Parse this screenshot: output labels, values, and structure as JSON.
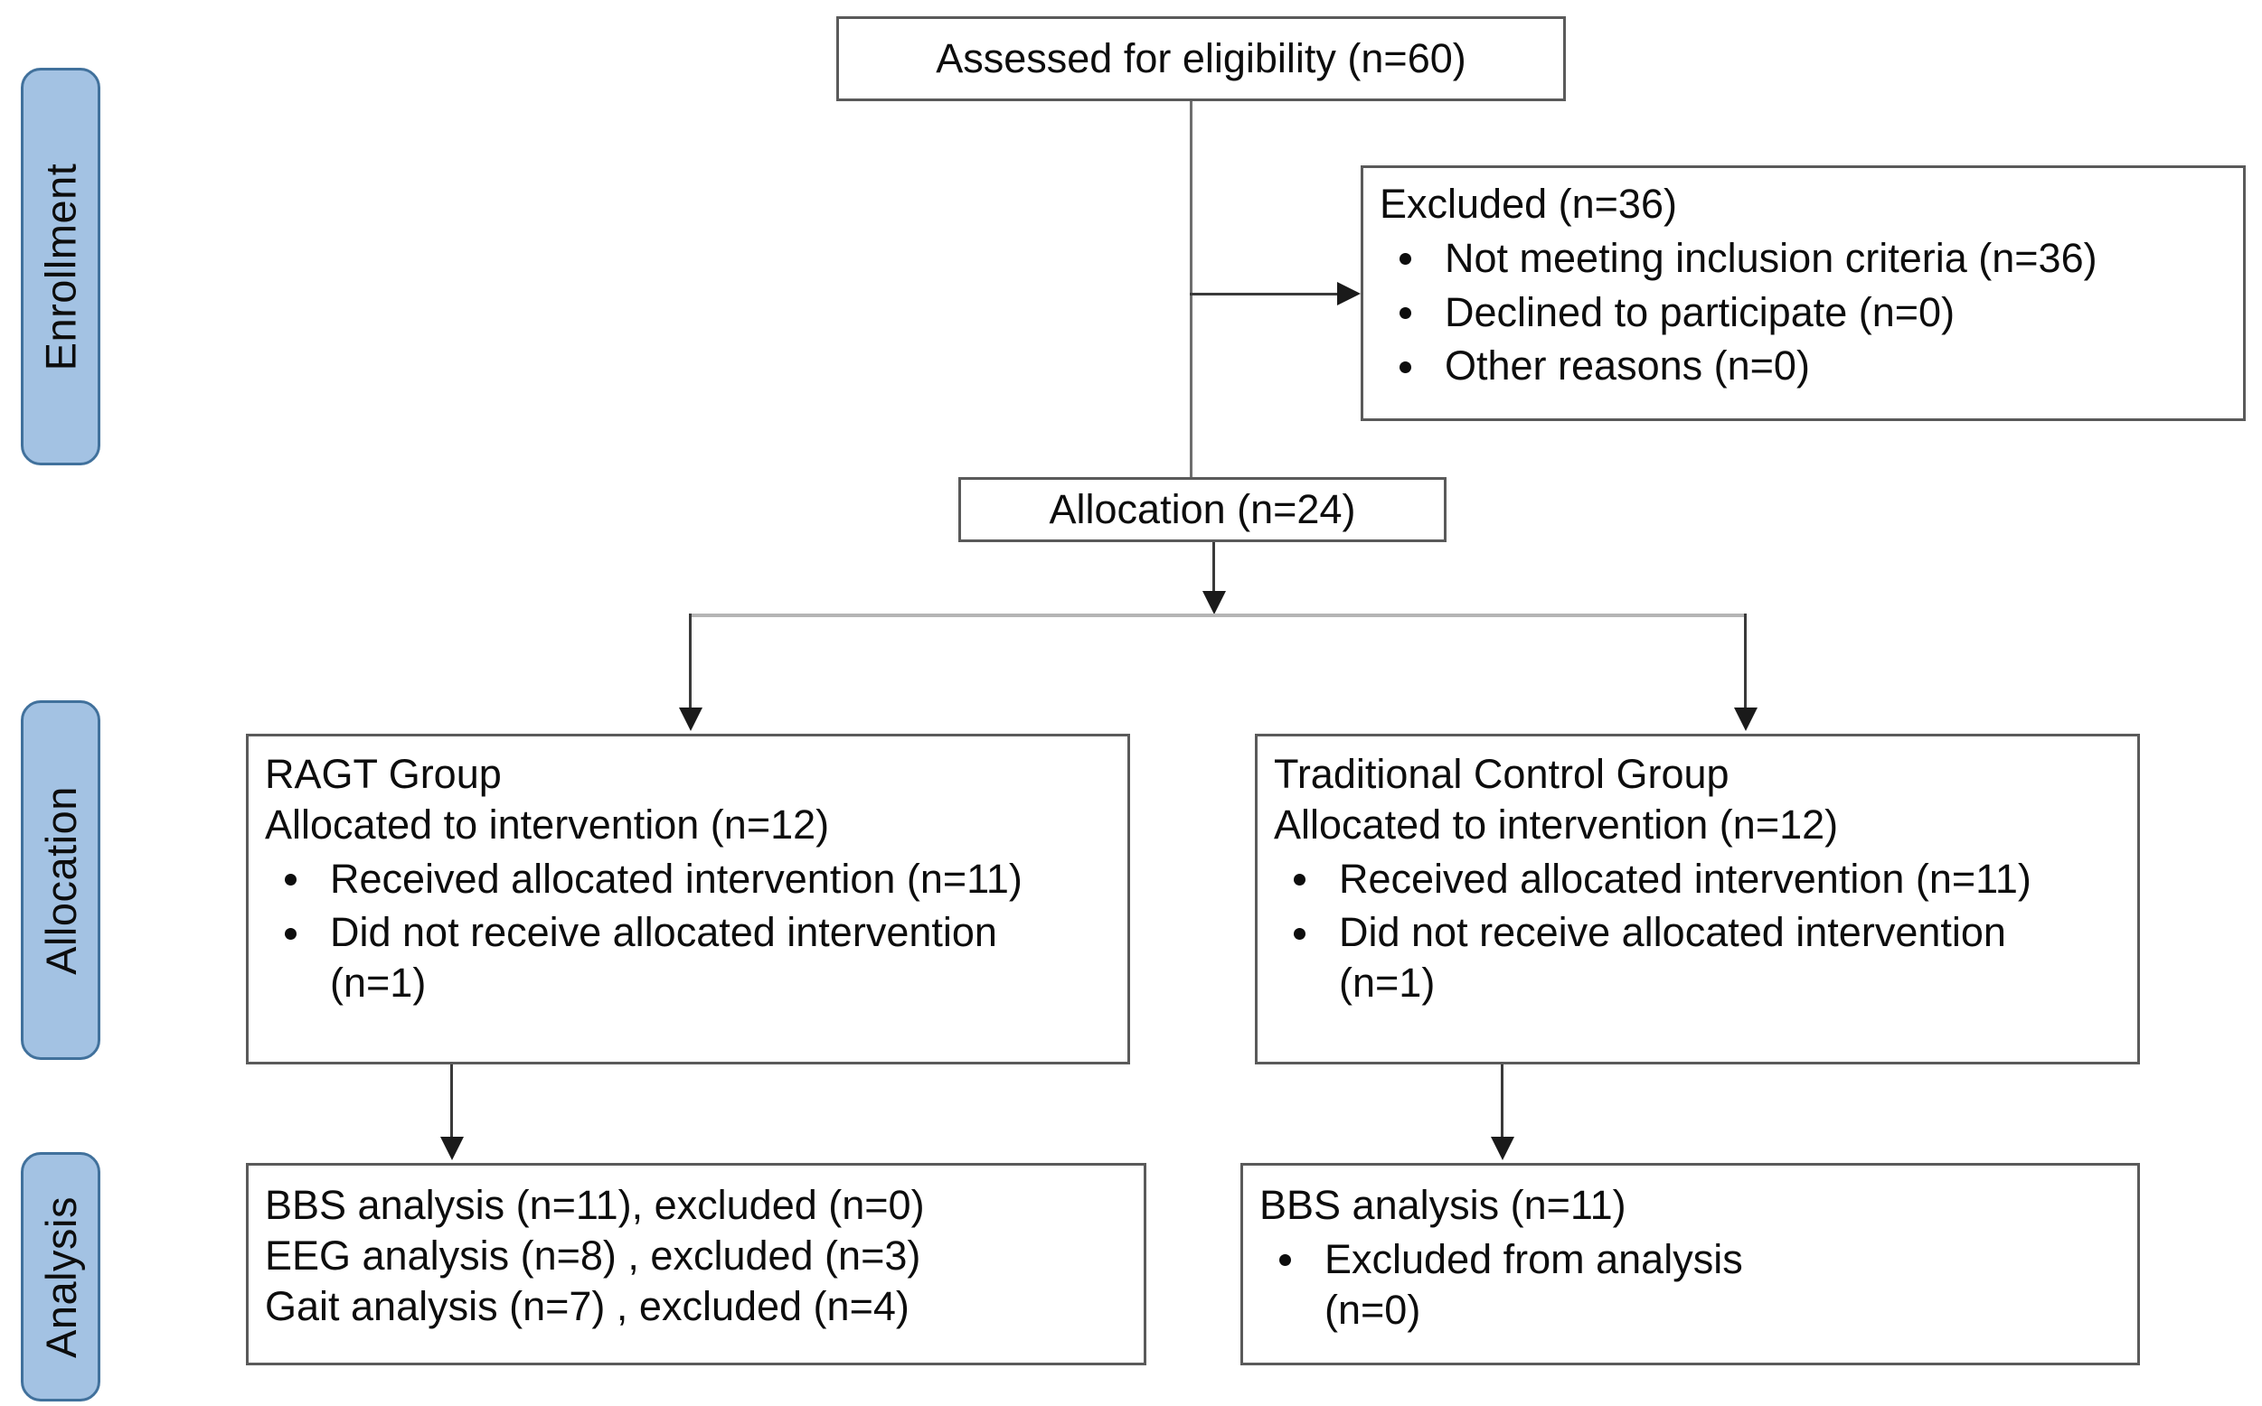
{
  "diagram": {
    "title": "CONSORT participant flow diagram",
    "colors": {
      "stage_tab_fill": "#a3c2e3",
      "stage_tab_border": "#41719c",
      "box_border": "#5a5a5a",
      "connector": "#3a3a3a",
      "text": "#0d0d0d",
      "background": "#ffffff"
    }
  },
  "stages": [
    {
      "label": "Enrollment"
    },
    {
      "label": "Allocation"
    },
    {
      "label": "Analysis"
    }
  ],
  "boxes": {
    "eligibility": {
      "text": "Assessed for eligibility (n=60)"
    },
    "excluded": {
      "heading": "Excluded (n=36)",
      "items": [
        "Not meeting inclusion criteria (n=36)",
        "Declined to participate (n=0)",
        "Other reasons (n=0)"
      ]
    },
    "allocation": {
      "text": "Allocation (n=24)"
    },
    "ragt_group": {
      "title": "RAGT Group",
      "allocated": "Allocated to intervention (n=12)",
      "items": [
        {
          "text": "Received allocated intervention (n=11)",
          "cont": ""
        },
        {
          "text": "Did not receive allocated intervention",
          "cont": "(n=1)"
        }
      ]
    },
    "control_group": {
      "title": "Traditional Control Group",
      "allocated": "Allocated to intervention (n=12)",
      "items": [
        {
          "text": "Received allocated intervention (n=11)",
          "cont": ""
        },
        {
          "text": "Did not receive allocated intervention",
          "cont": "(n=1)"
        }
      ]
    },
    "ragt_analysis": {
      "lines": [
        "BBS analysis (n=11), excluded (n=0)",
        "EEG analysis (n=8) , excluded (n=3)",
        "Gait analysis (n=7) , excluded (n=4)"
      ]
    },
    "control_analysis": {
      "heading": "BBS analysis (n=11)",
      "items": [
        {
          "text": "Excluded from analysis",
          "cont": "(n=0)"
        }
      ]
    }
  }
}
